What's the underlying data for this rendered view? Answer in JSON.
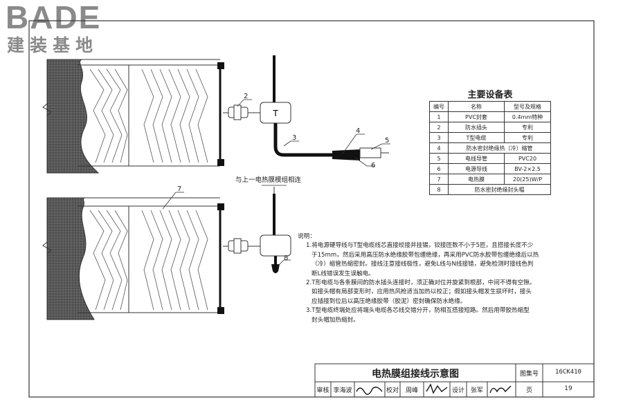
{
  "logo": {
    "brand": "BADE",
    "subtitle": "建装基地"
  },
  "callouts": [
    "2",
    "3",
    "4",
    "5",
    "6",
    "7",
    "8"
  ],
  "connect_note": "与上一电热膜模组相连",
  "equipment_table": {
    "title": "主要设备表",
    "headers": [
      "编号",
      "名称",
      "型号及规格"
    ],
    "rows": [
      {
        "no": "1",
        "name": "PVC封套",
        "spec": "0.4mm特种"
      },
      {
        "no": "2",
        "name": "防水插头",
        "spec": "专利"
      },
      {
        "no": "3",
        "name": "T型电缆",
        "spec": "专利"
      },
      {
        "no": "4",
        "name": "防水密封绝缘热（冷）缩管",
        "spec": ""
      },
      {
        "no": "5",
        "name": "电线导管",
        "spec": "PVC20"
      },
      {
        "no": "6",
        "name": "电源导线",
        "spec": "BV-2×2.5"
      },
      {
        "no": "7",
        "name": "电热膜",
        "spec": "20(25)W/P"
      },
      {
        "no": "8",
        "name": "防水密封绝缘封头帽",
        "spec": ""
      }
    ]
  },
  "notes": {
    "heading": "说明：",
    "lines": [
      "1.将电源硬导线与T型电缆线芯直接绞接并挂锡，铰接匝数不小于5匝，且搭接长度不少",
      "于15mm，然后采用高压防水绝缘胶带包缠绝缘，再采用PVC防水胶带包缠绝缘后以热",
      "（冷）缩管热缩密封。接线注意接线极性，避免L线与N线接错，避免检测时接线色判",
      "断L线错误发生误触电。",
      "2.T形电缆与各条膜间的防水插头连接时，须正确对位并旋紧到根部，中间不得有空隙。",
      "如接头帽有局部变形时，应用热风枪适当加热以校正；假如接头帽发生损坏时，接头",
      "应插接到位后以高压绝缘胶带（胶泥）密封确保防水绝缘。",
      "3.T型电缆终端处应将端头电缆各芯线交错分开，防相互搭接短路。然后用带胶热缩型",
      "封头帽加热缩封。"
    ]
  },
  "title_block": {
    "title": "电热膜组接线示意图",
    "atlas_label": "图集号",
    "atlas_no": "16CK410",
    "review_label": "审核",
    "reviewer": "李海波",
    "check_label": "校对",
    "checker": "周峰",
    "design_label": "设计",
    "designer": "张军",
    "page_label": "页",
    "page_no": "19"
  }
}
